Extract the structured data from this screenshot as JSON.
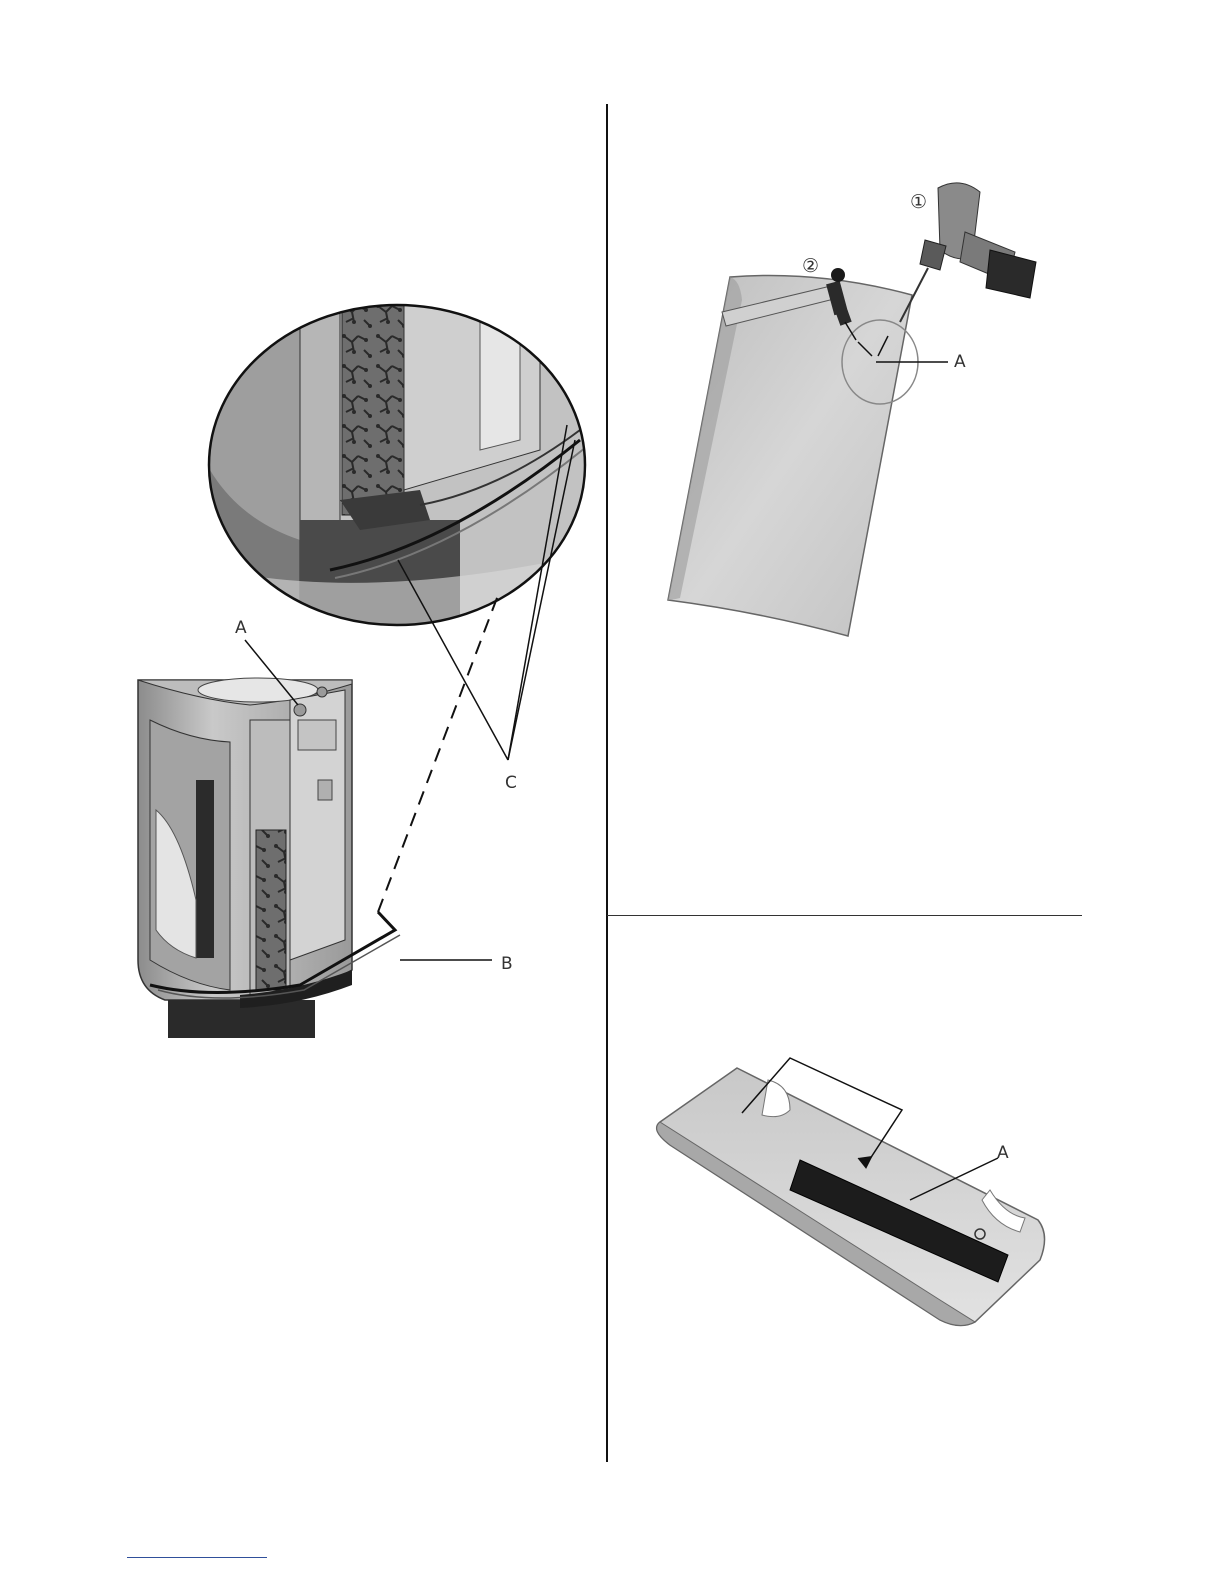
{
  "figure1": {
    "callouts": {
      "a": "A",
      "b": "B",
      "c": "C"
    }
  },
  "figure2": {
    "callouts": {
      "a": "A"
    },
    "steps": {
      "one": "①",
      "two": "②"
    }
  },
  "figure3": {
    "callouts": {
      "a": "A"
    }
  },
  "colors": {
    "metal_light": "#d9d9d9",
    "metal_mid": "#a8a8a8",
    "metal_dark": "#5a5a5a",
    "line": "#222222",
    "footer_link": "#2f4f9a"
  }
}
